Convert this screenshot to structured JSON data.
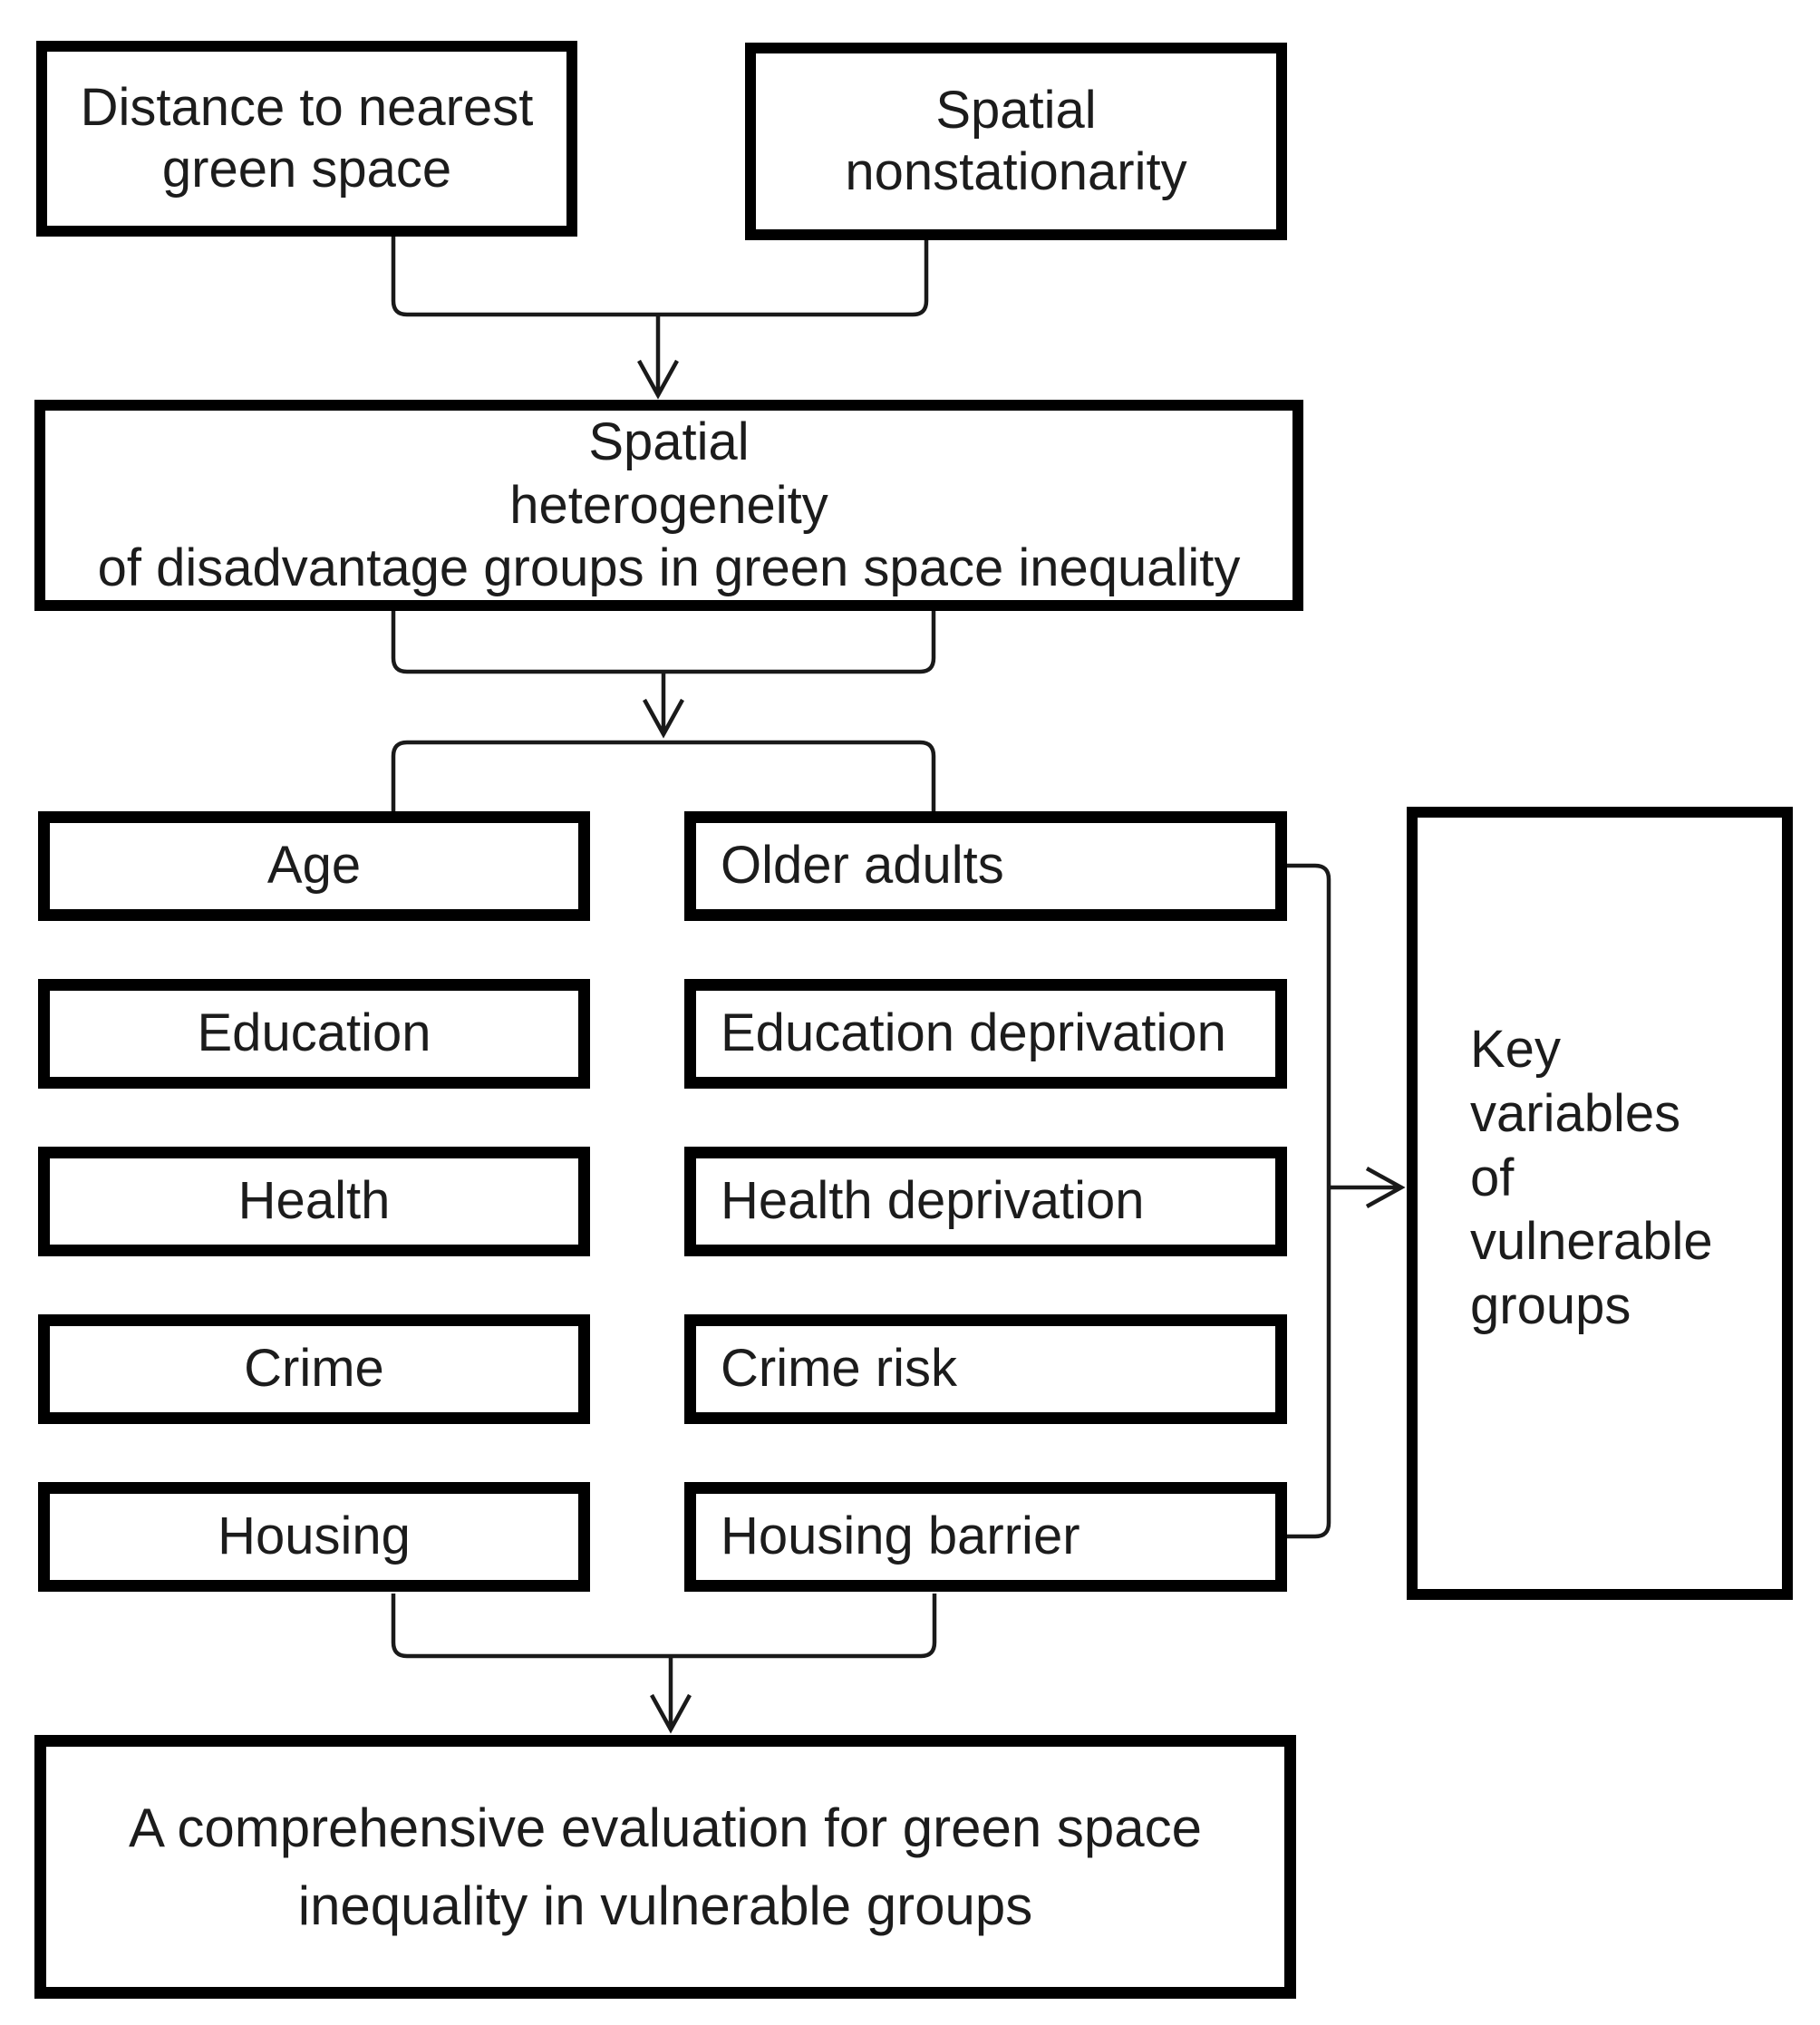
{
  "diagram": {
    "background_color": "#ffffff",
    "border_color": "#000000",
    "line_color": "#1a1a1a",
    "text_color": "#1c1c1c",
    "top_inputs": [
      {
        "label": "Distance to nearest\ngreen space"
      },
      {
        "label": "Spatial\nnonstationarity"
      }
    ],
    "heterogeneity_box": {
      "label": "Spatial\nheterogeneity\nof disadvantage groups in green space inequality"
    },
    "matrix_rows": [
      {
        "dimension": "Age",
        "indicator": "Older adults"
      },
      {
        "dimension": "Education",
        "indicator": "Education deprivation"
      },
      {
        "dimension": "Health",
        "indicator": "Health deprivation"
      },
      {
        "dimension": "Crime",
        "indicator": "Crime risk"
      },
      {
        "dimension": "Housing",
        "indicator": "Housing barrier"
      }
    ],
    "key_variables_box": {
      "label": "Key\nvariables\nof\nvulnerable\ngroups"
    },
    "evaluation_box": {
      "label": "A comprehensive evaluation for green space\ninequality in vulnerable groups"
    }
  }
}
